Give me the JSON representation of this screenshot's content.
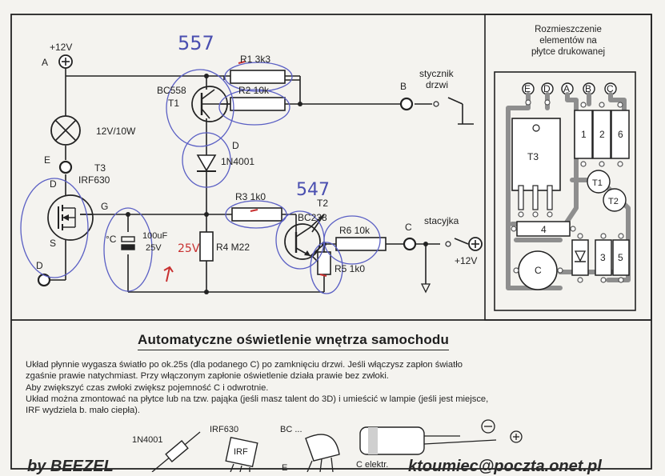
{
  "schematic": {
    "supply_top": "+12V",
    "node_a": "A",
    "node_b": "B",
    "node_c": "C",
    "node_d": "D",
    "node_e": "E",
    "lamp": "12V/10W",
    "t1_type": "BC558",
    "t1_ref": "T1",
    "t2_ref": "T2",
    "t2_type": "BC238",
    "t3_ref": "T3",
    "t3_type": "IRF630",
    "diode_ref": "D",
    "diode_type": "1N4001",
    "r1": "R1 3k3",
    "r2": "R2 10k",
    "r3": "R3 1k0",
    "r4": "R4 M22",
    "r5": "R5 1k0",
    "r6": "R6 10k",
    "cap_value": "100uF",
    "cap_voltage": "25V",
    "cap_temp": "°C",
    "door_switch_l1": "stycznik",
    "door_switch_l2": "drzwi",
    "ignition_switch": "stacyjka",
    "supply_right": "+12V",
    "gate": "G",
    "source": "S",
    "pin_d": "D",
    "hand_557": "557",
    "hand_547": "547",
    "hand_25v": "25V"
  },
  "pcb": {
    "caption_l1": "Rozmieszczenie",
    "caption_l2": "elementów na",
    "caption_l3": "płytce drukowanej",
    "pads": [
      "E",
      "D",
      "A",
      "B",
      "C"
    ],
    "r1": "1",
    "r2": "2",
    "r6": "6",
    "t3": "T3",
    "t1": "T1",
    "t2": "T2",
    "r4": "4",
    "r3": "3",
    "r5": "5",
    "cap": "C"
  },
  "article": {
    "title": "Automatyczne oświetlenie wnętrza samochodu",
    "lines": [
      "Układ płynnie wygasza światło po ok.25s (dla podanego C) po zamknięciu drzwi. Jeśli włączysz zapłon światło",
      "zgaśnie prawie natychmiast. Przy włączonym zapłonie oświetlenie działa prawie bez zwłoki.",
      "Aby zwiększyć czas zwłoki zwiększ pojemność C i odwrotnie.",
      "Układ można zmontować na płytce lub na tzw. pająka (jeśli masz talent do 3D) i umieścić w lampie (jeśli jest miejsce,",
      "IRF wydziela b. mało ciepła)."
    ],
    "part_1n4001": "1N4001",
    "part_irf630": "IRF630",
    "part_bc": "BC ...",
    "part_irf_body": "IRF",
    "part_celektr": "C elektr.",
    "pin_e": "E",
    "footer_left": "by BEEZEL",
    "footer_right": "ktoumiec@poczta.onet.pl"
  }
}
